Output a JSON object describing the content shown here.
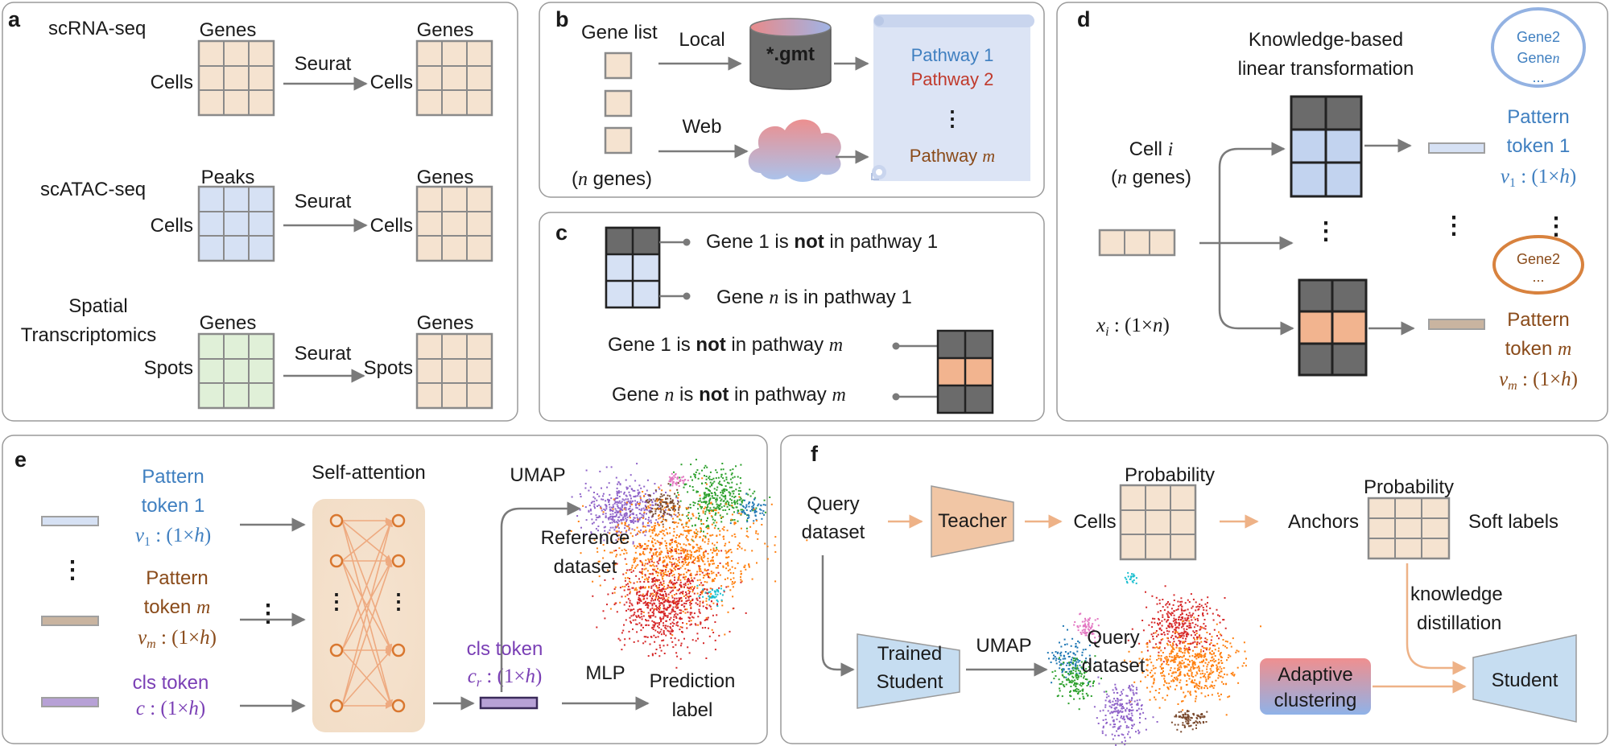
{
  "panels": {
    "a": {
      "label": "a",
      "rows": [
        {
          "modality": "scRNA-seq",
          "in_col": "Genes",
          "in_row": "Cells",
          "method": "Seurat",
          "out_col": "Genes",
          "out_row": "Cells"
        },
        {
          "modality": "scATAC-seq",
          "in_col": "Peaks",
          "in_row": "Cells",
          "method": "Seurat",
          "out_col": "Genes",
          "out_row": "Cells"
        },
        {
          "modality_l1": "Spatial",
          "modality_l2": "Transcriptomics",
          "in_col": "Genes",
          "in_row": "Spots",
          "method": "Seurat",
          "out_col": "Genes",
          "out_row": "Spots"
        }
      ]
    },
    "b": {
      "label": "b",
      "gene_list": "Gene list",
      "n_genes": "(n genes)",
      "local": "Local",
      "web": "Web",
      "gmt": "*.gmt",
      "pathway1": "Pathway 1",
      "pathway2": "Pathway 2",
      "pathway_dots": "⋮",
      "pathway_m": "Pathway m"
    },
    "c": {
      "label": "c",
      "s1": {
        "pre": "Gene 1 is ",
        "bold": "not",
        "post": " in pathway 1"
      },
      "s2": {
        "pre": "Gene ",
        "ital": "n",
        "post": " is in pathway 1"
      },
      "s3": {
        "pre": "Gene 1 is ",
        "bold": "not",
        "post": " in pathway ",
        "ital": "m"
      },
      "s4": {
        "pre": "Gene ",
        "ital": "n",
        "mid": " is ",
        "bold": "not",
        "post": " in pathway ",
        "ital2": "m"
      }
    },
    "d": {
      "label": "d",
      "title1": "Knowledge-based",
      "title2": "linear transformation",
      "cell_i": "Cell i",
      "n_genes": "(n genes)",
      "xi": "xi : (1×n)",
      "gene2_a": "Gene2",
      "genen": "Genen",
      "ellip_a": "...",
      "gene2_b": "Gene2",
      "ellip_b": "...",
      "pt1_l1": "Pattern",
      "pt1_l2": "token 1",
      "pt1_v": "v1 : (1×h)",
      "ptm_l1": "Pattern",
      "ptm_l2": "token m",
      "ptm_v": "vm : (1×h)",
      "vdots": "⋮"
    },
    "e": {
      "label": "e",
      "pt1_l1": "Pattern",
      "pt1_l2": "token 1",
      "pt1_v": "v1 : (1×h)",
      "ptm_l1": "Pattern",
      "ptm_l2": "token m",
      "ptm_v": "vm : (1×h)",
      "cls": "cls token",
      "cls_v": "c : (1×h)",
      "self_attention": "Self-attention",
      "umap": "UMAP",
      "reference1": "Reference",
      "reference2": "dataset",
      "cls_r": "cls token",
      "cls_r_v": "cr : (1×h)",
      "mlp": "MLP",
      "prediction1": "Prediction",
      "prediction2": "label",
      "vdots": "⋮"
    },
    "f": {
      "label": "f",
      "query1": "Query",
      "query2": "dataset",
      "teacher": "Teacher",
      "cells": "Cells",
      "probability1": "Probability",
      "probability2": "Probability",
      "anchors": "Anchors",
      "soft_labels": "Soft labels",
      "kd1": "knowledge",
      "kd2": "distillation",
      "trained1": "Trained",
      "trained2": "Student",
      "umap": "UMAP",
      "qd1": "Query",
      "qd2": "dataset",
      "adaptive1": "Adaptive",
      "adaptive2": "clustering",
      "student": "Student"
    }
  },
  "colors": {
    "beige": "#f5e3d0",
    "lightblue": "#d6e1f4",
    "lightgreen": "#e0f0d8",
    "gray_dark": "#6b6b6b",
    "orange": "#f2b48f",
    "purple": "#b7a1d6",
    "token_blue": "#3f7fc0",
    "token_brown": "#8a4b1a",
    "cls_purple": "#7a3fb5",
    "pathway_red": "#c0392b",
    "arrow_orange": "#eeb287"
  }
}
